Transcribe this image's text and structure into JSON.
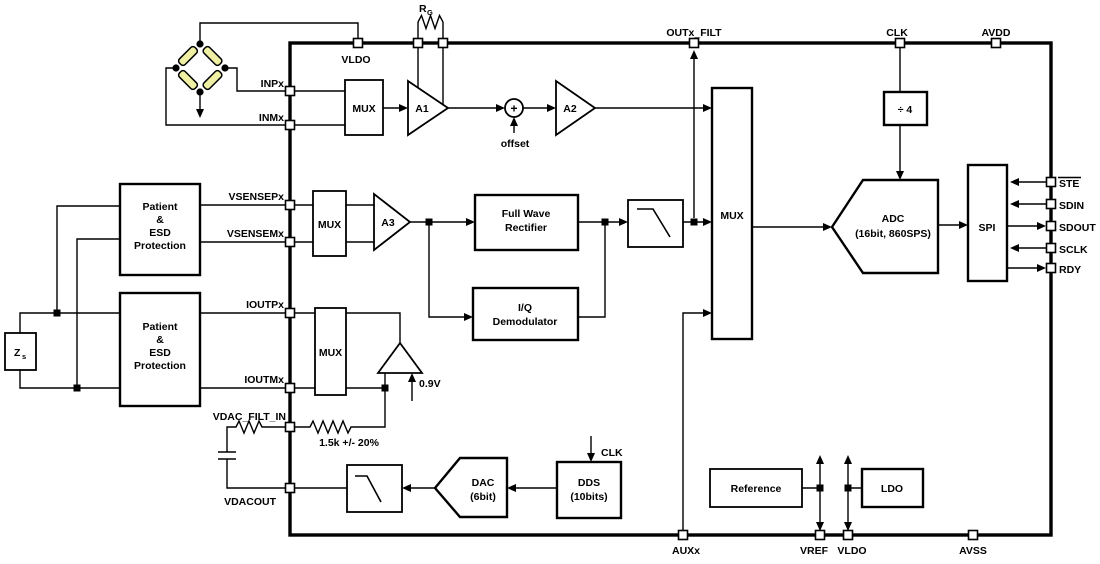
{
  "pins": {
    "top": {
      "vldo": "VLDO",
      "rg": {
        "main": "R",
        "sub": "G"
      },
      "outx_filt": "OUTx_FILT",
      "clk": "CLK",
      "avdd": "AVDD"
    },
    "left": {
      "inpx": "INPx",
      "inmx": "INMx",
      "vsensepx": "VSENSEPx",
      "vsensemx": "VSENSEMx",
      "ioutpx": "IOUTPx",
      "ioutmx": "IOUTMx",
      "vdac_filt_in": "VDAC_FILT_IN",
      "vdacout": "VDACOUT"
    },
    "right": {
      "ste": "STE",
      "sdin": "SDIN",
      "sdout": "SDOUT",
      "sclk": "SCLK",
      "rdy": "RDY"
    },
    "bottom": {
      "auxx": "AUXx",
      "vref": "VREF",
      "vldo": "VLDO",
      "avss": "AVSS"
    }
  },
  "blocks": {
    "mux": "MUX",
    "a1": "A1",
    "a2": "A2",
    "a3": "A3",
    "patient_esd": [
      "Patient",
      "&",
      "ESD",
      "Protection"
    ],
    "zs": {
      "main": "Z",
      "sub": "s"
    },
    "full_wave_rectifier": [
      "Full Wave",
      "Rectifier"
    ],
    "iq_demodulator": [
      "I/Q",
      "Demodulator"
    ],
    "adc": [
      "ADC",
      "(16bit, 860SPS)"
    ],
    "spi": "SPI",
    "clock_divider": "÷ 4",
    "dac": [
      "DAC",
      "(6bit)"
    ],
    "dds": [
      "DDS",
      "(10bits)"
    ],
    "reference": "Reference",
    "ldo": "LDO"
  },
  "annotations": {
    "offset": "offset",
    "sum": "+",
    "v_0p9": "0.9V",
    "internal_resistor": "1.5k +/- 20%",
    "dds_clock": "CLK"
  },
  "colors": {
    "line": "#000000",
    "background": "#ffffff",
    "bridge_resistor_fill": "#f0f0a4"
  }
}
